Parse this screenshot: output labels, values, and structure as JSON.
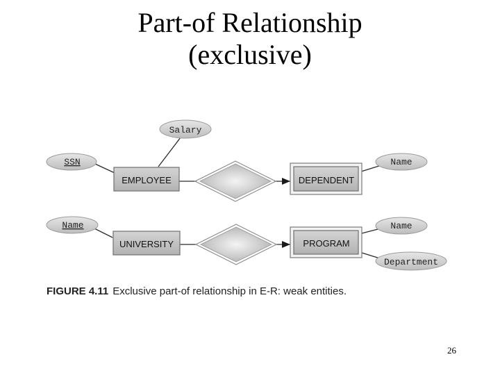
{
  "slide": {
    "title_line1": "Part-of Relationship",
    "title_line2": "(exclusive)",
    "page_number": "26"
  },
  "figure": {
    "caption_label": "FIGURE 4.11",
    "caption_text": "Exclusive part-of relationship in E-R: weak entities.",
    "colors": {
      "entity_fill": "#c4c4c4",
      "attribute_fill": "#d2d2d2",
      "relationship_fill": "#cfcfcf",
      "line": "#2a2a2a"
    },
    "top": {
      "entity_owner": "EMPLOYEE",
      "entity_weak": "DEPENDENT",
      "attr_salary": "Salary",
      "attr_ssn": "SSN",
      "attr_name": "Name"
    },
    "bottom": {
      "entity_owner": "UNIVERSITY",
      "entity_weak": "PROGRAM",
      "attr_owner_name": "Name",
      "attr_name": "Name",
      "attr_department": "Department"
    }
  }
}
